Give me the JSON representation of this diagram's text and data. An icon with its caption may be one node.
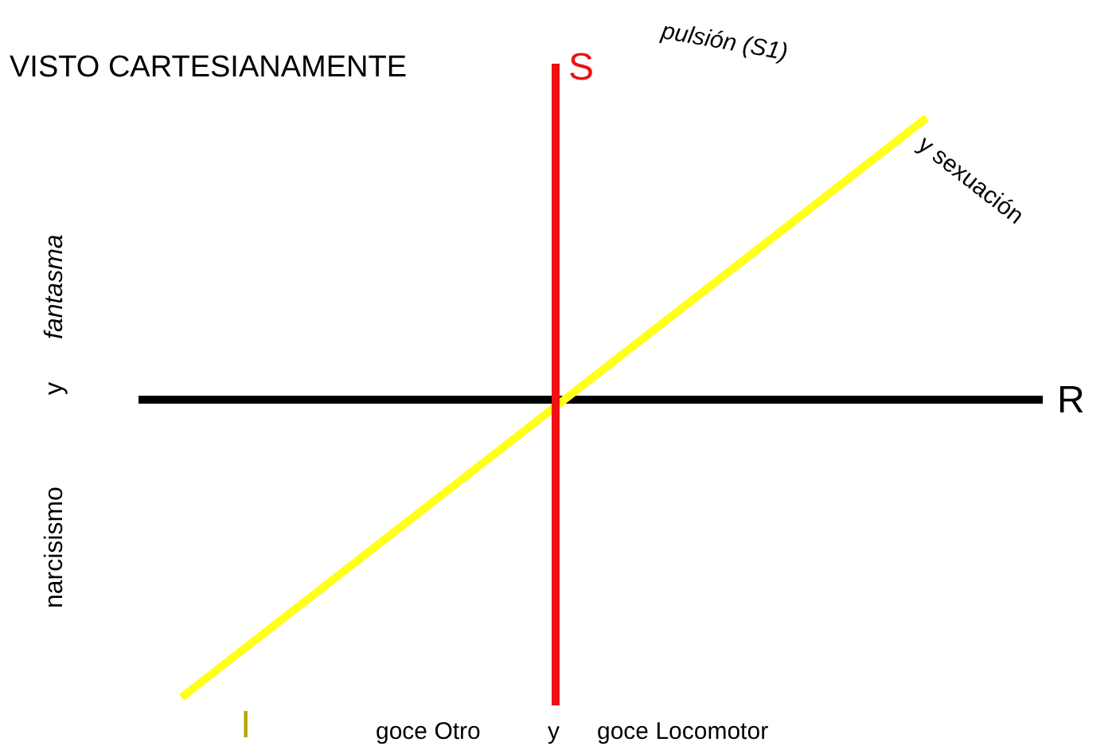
{
  "diagram": {
    "title": "VISTO CARTESIANAMENTE",
    "labels": [
      "S",
      "pulsión (S1)",
      "y sexuación",
      "fantasma",
      "y",
      "R",
      "narcisismo",
      "I",
      "goce Otro",
      "y",
      "goce Locomotor"
    ]
  }
}
